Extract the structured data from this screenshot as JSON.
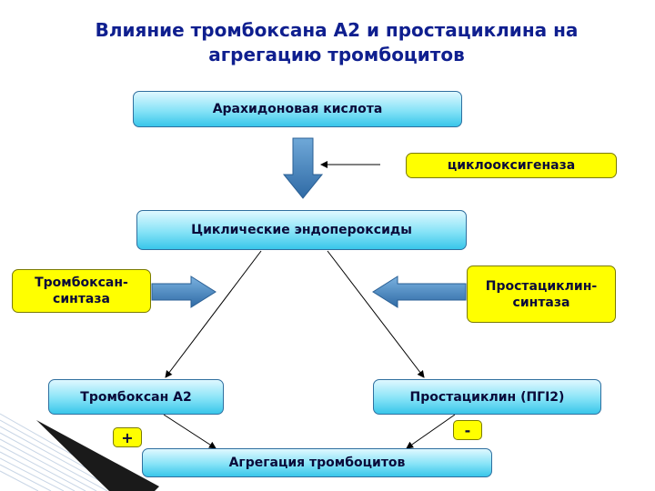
{
  "title": "Влияние тромбоксана А2 и простациклина на агрегацию тромбоцитов",
  "nodes": {
    "arachidonic": "Арахидоновая кислота",
    "cyclooxygenase": "циклооксигеназа",
    "endoperoxides": "Циклические эндопероксиды",
    "thromboxane_synthase": "Тромбоксан-синтаза",
    "prostacyclin_synthase": "Простациклин-синтаза",
    "thromboxane": "Тромбоксан А2",
    "prostacyclin": "Простациклин (ПГI2)",
    "aggregation": "Агрегация тромбоцитов"
  },
  "signs": {
    "plus": "+",
    "minus": "-"
  },
  "colors": {
    "title": "#0f1f8f",
    "cyan_box": "#5fd4f0",
    "yellow_box": "#ffff00",
    "block_arrow": "#3d7fb8"
  }
}
